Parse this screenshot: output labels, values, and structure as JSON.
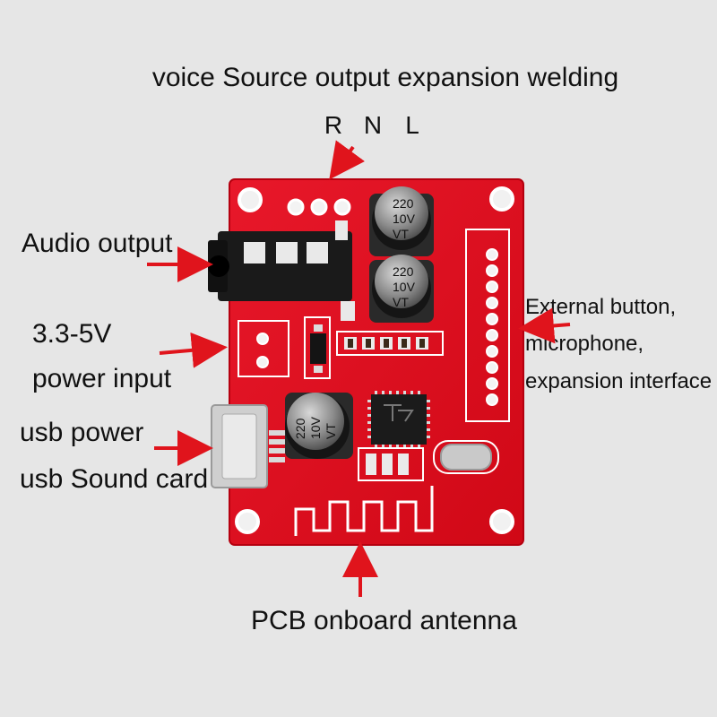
{
  "labels": {
    "top_title": "voice Source output expansion welding",
    "pin_r": "R",
    "pin_n": "N",
    "pin_l": "L",
    "audio_output": "Audio output",
    "voltage": "3.3-5V",
    "power_input": "power input",
    "usb_power": "usb power",
    "usb_sound_card": "usb Sound card",
    "external_button": "External button,",
    "microphone": "microphone,",
    "expansion_interface": "expansion interface",
    "pcb_antenna": "PCB onboard antenna"
  },
  "capacitors": [
    {
      "line1": "220",
      "line2": "10V",
      "line3": "VT"
    },
    {
      "line1": "220",
      "line2": "10V",
      "line3": "VT"
    },
    {
      "line1": "220",
      "line2": "10V",
      "line3": "VT"
    }
  ],
  "colors": {
    "background": "#e6e6e6",
    "pcb": "#e0101e",
    "pcb_dark": "#b5000f",
    "silkscreen": "#ffffff",
    "arrow": "#e0141c"
  }
}
